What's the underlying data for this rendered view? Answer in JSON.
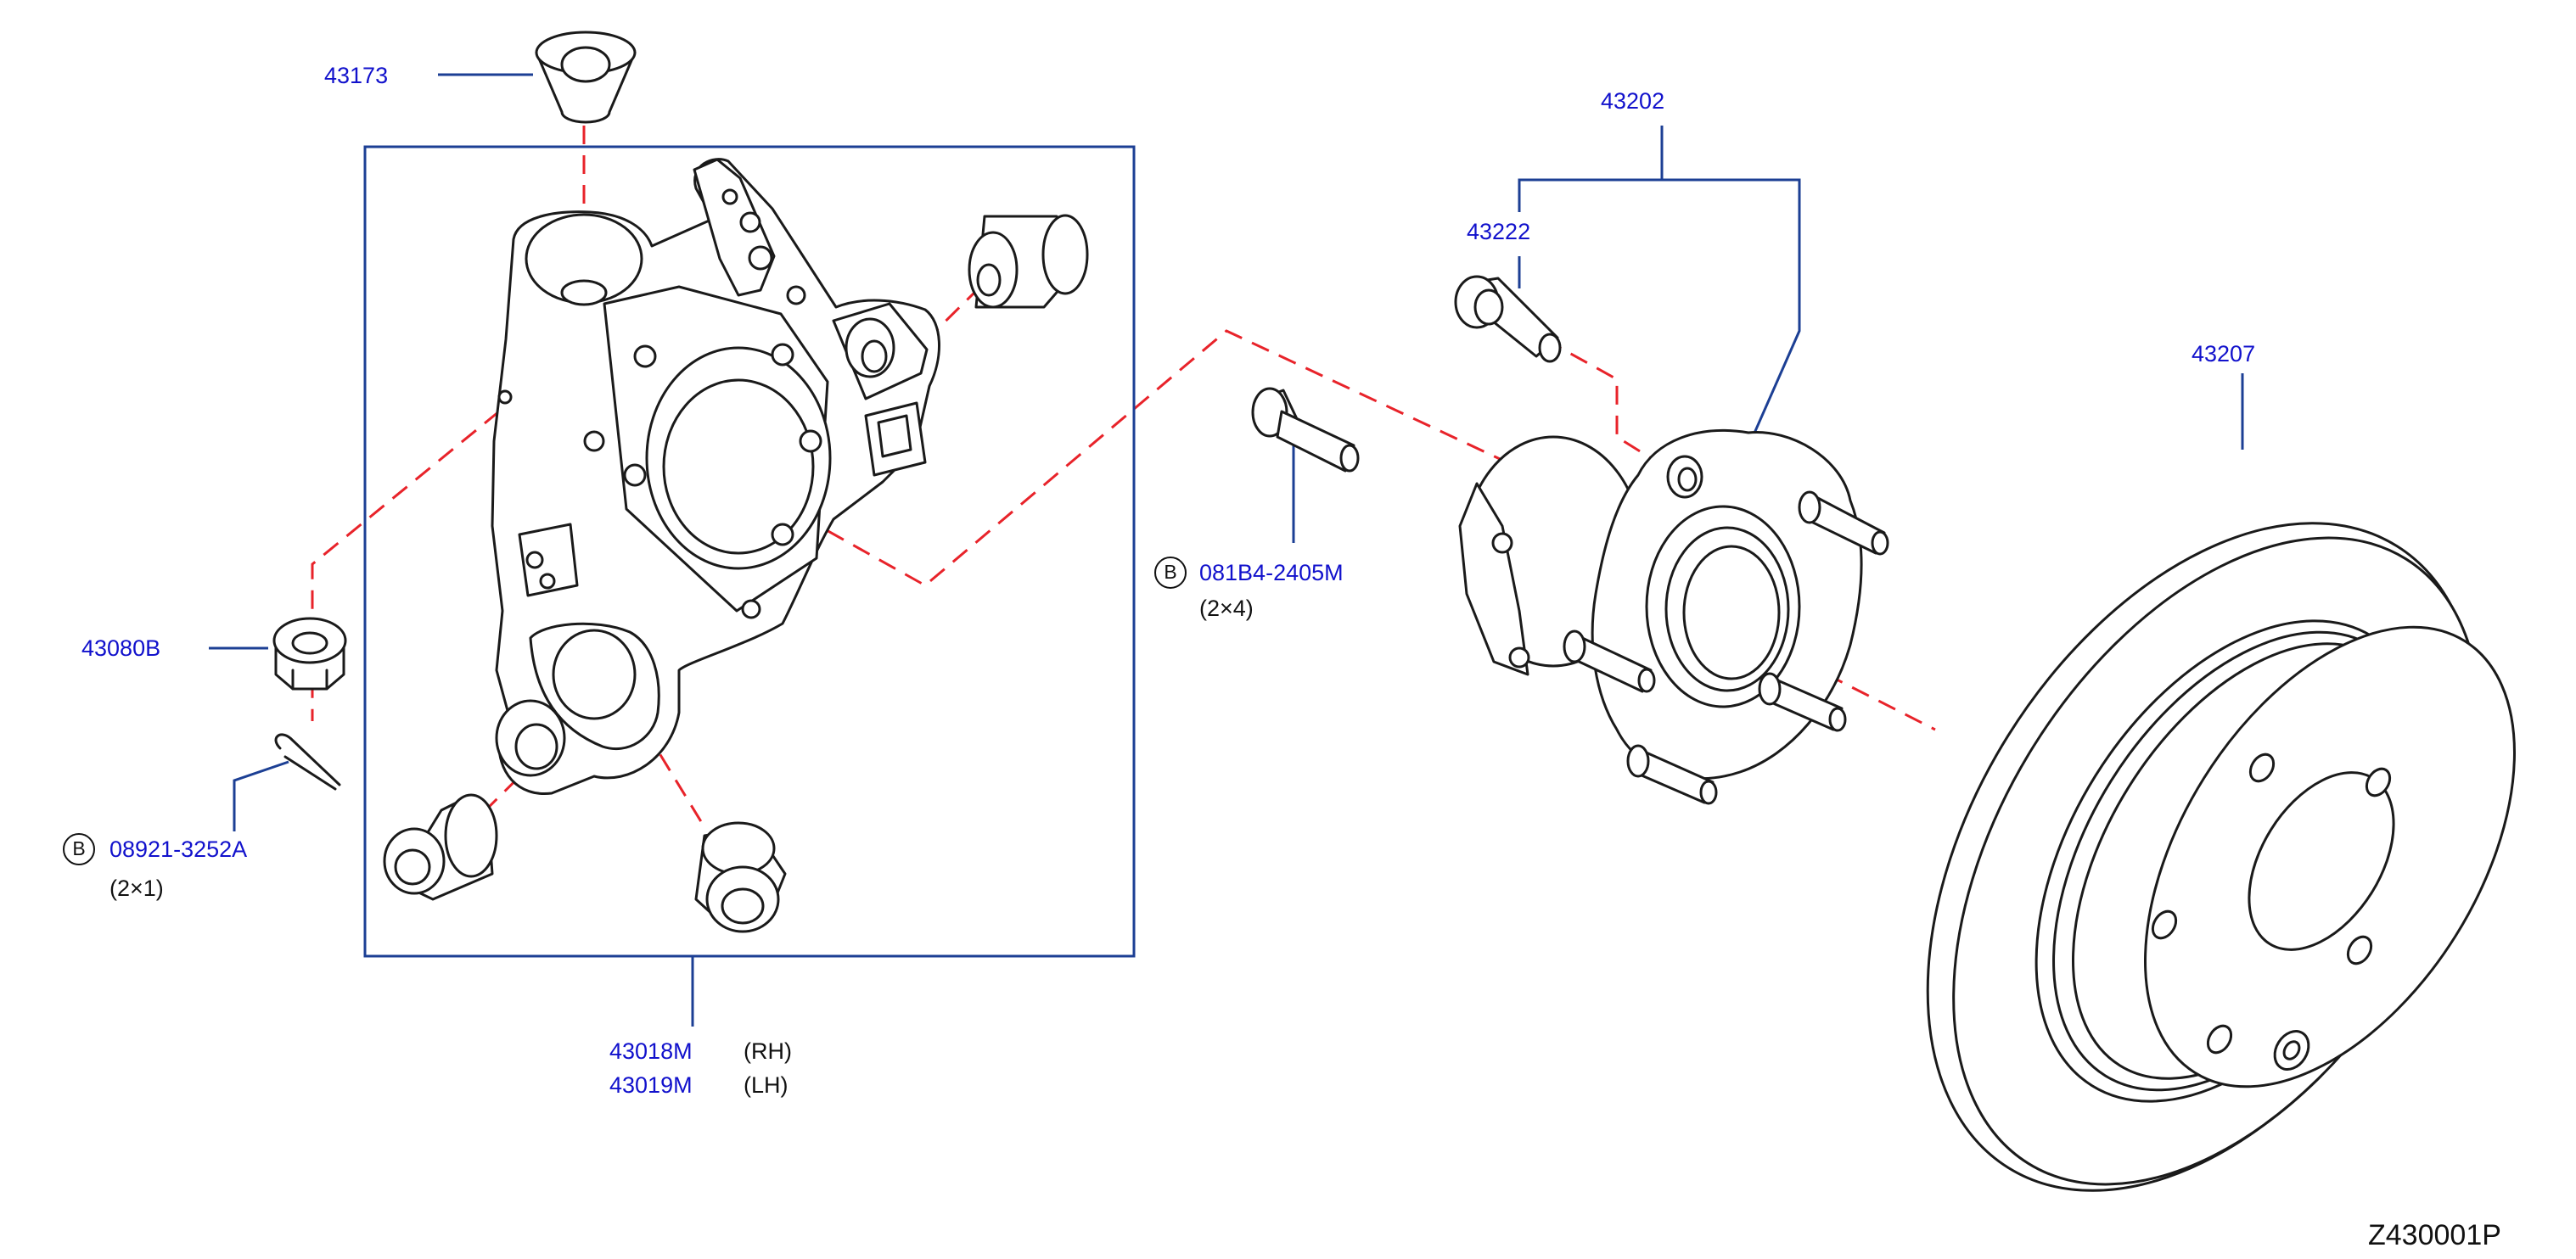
{
  "labels": {
    "p43173": "43173",
    "p43202": "43202",
    "p43222": "43222",
    "p43207": "43207",
    "p43080b": "43080B",
    "bolt_part": "081B4-2405M",
    "bolt_qty": "(2×4)",
    "pin_part": "08921-3252A",
    "pin_qty": "(2×1)",
    "knuckle_rh": "43018M",
    "rh": "(RH)",
    "knuckle_lh": "43019M",
    "lh": "(LH)"
  },
  "markers": {
    "bolt_marker": "B",
    "pin_marker": "B"
  },
  "diagram_code": "Z430001P",
  "colors": {
    "callout": "#1111cc",
    "leader": "#1c3f94",
    "centerline": "#e8232a",
    "outline": "#1a1a1a"
  }
}
